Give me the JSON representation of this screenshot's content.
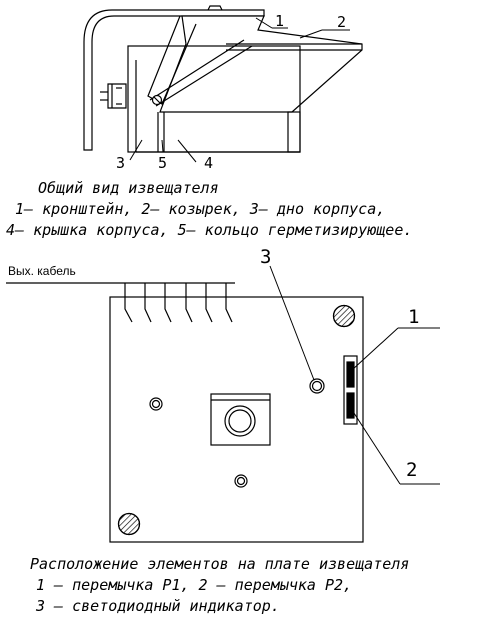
{
  "figure1": {
    "callouts": [
      "1",
      "2",
      "3",
      "5",
      "4"
    ],
    "caption_title": "Общий вид извещателя",
    "caption_line1": "1– кронштейн, 2– козырек, 3– дно корпуса,",
    "caption_line2": "4– крышка корпуса, 5– кольцо   герметизирующее."
  },
  "figure2": {
    "cable_label": "Вых. кабель",
    "callouts": [
      "3",
      "1",
      "2"
    ],
    "caption_title": "Расположение элементов на плате извещателя",
    "caption_line1": "1  –  перемычка Р1, 2  –  перемычка Р2,",
    "caption_line2": "3  –  светодиодный индикатор."
  }
}
